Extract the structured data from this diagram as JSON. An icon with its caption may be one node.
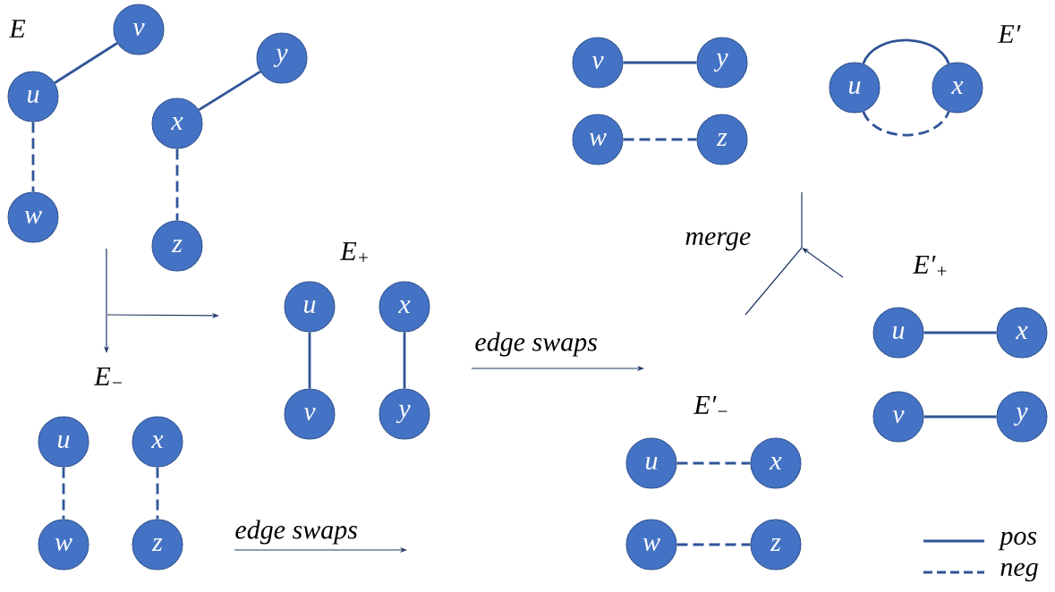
{
  "diagram": {
    "nodes": [
      {
        "text": [
          "v"
        ]
      },
      {
        "text": [
          "u"
        ]
      },
      {
        "text": [
          "w"
        ]
      },
      {
        "text": [
          "y"
        ]
      },
      {
        "text": [
          "x"
        ]
      },
      {
        "text": [
          "z"
        ]
      },
      {
        "text": [
          "u"
        ]
      },
      {
        "text": [
          "v"
        ]
      },
      {
        "text": [
          "x"
        ]
      },
      {
        "text": [
          "y"
        ]
      },
      {
        "text": [
          "u"
        ]
      },
      {
        "text": [
          "w"
        ]
      },
      {
        "text": [
          "x"
        ]
      },
      {
        "text": [
          "z"
        ]
      },
      {
        "text": [
          "v"
        ]
      },
      {
        "text": [
          "y"
        ]
      },
      {
        "text": [
          "w"
        ]
      },
      {
        "text": [
          "z"
        ]
      },
      {
        "text": [
          "u"
        ]
      },
      {
        "text": [
          "x"
        ]
      },
      {
        "text": [
          "u"
        ]
      },
      {
        "text": [
          "x"
        ]
      },
      {
        "text": [
          "v"
        ]
      },
      {
        "text": [
          "y"
        ]
      },
      {
        "text": [
          "u"
        ]
      },
      {
        "text": [
          "x"
        ]
      },
      {
        "text": [
          "w"
        ]
      },
      {
        "text": [
          "z"
        ]
      }
    ],
    "edges": [
      {
        "from": 1,
        "to": 0,
        "arrow": "none"
      },
      {
        "from": 1,
        "to": 2,
        "arrow": "none",
        "style": "dashed"
      },
      {
        "from": 4,
        "to": 3,
        "arrow": "none"
      },
      {
        "from": 4,
        "to": 5,
        "arrow": "none",
        "style": "dashed"
      },
      {
        "from": 6,
        "to": 7,
        "arrow": "none"
      },
      {
        "from": 8,
        "to": 9,
        "arrow": "none"
      },
      {
        "from": 10,
        "to": 11,
        "arrow": "none",
        "style": "dashed"
      },
      {
        "from": 12,
        "to": 13,
        "arrow": "none",
        "style": "dashed"
      },
      {
        "from": 14,
        "to": 15,
        "arrow": "none"
      },
      {
        "from": 16,
        "to": 17,
        "arrow": "none",
        "style": "dashed"
      },
      {
        "from": 18,
        "to": 19,
        "arrow": "none"
      },
      {
        "from": 18,
        "to": 19,
        "arrow": "none",
        "style": "dashed"
      },
      {
        "from": 20,
        "to": 21,
        "arrow": "none"
      },
      {
        "from": 22,
        "to": 23,
        "arrow": "none"
      },
      {
        "from": 24,
        "to": 25,
        "arrow": "none",
        "style": "dashed"
      },
      {
        "from": 26,
        "to": 27,
        "arrow": "none",
        "style": "dashed"
      }
    ],
    "labels": [
      "E",
      "E′",
      "merge",
      "E$_{+}$",
      "E′$_{+}$",
      "edge swaps",
      "E$_{−}$",
      "E′$_{−}$",
      "edge swaps"
    ],
    "legend": [
      {
        "text": "pos"
      },
      {
        "text": "neg"
      }
    ]
  }
}
